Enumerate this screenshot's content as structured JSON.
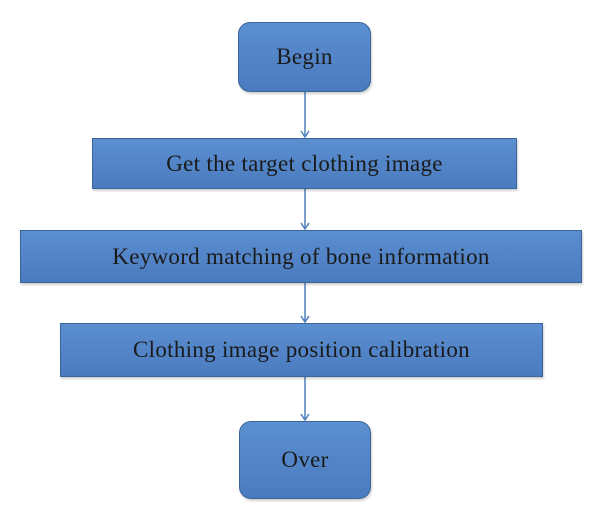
{
  "flowchart": {
    "nodes": [
      {
        "id": "begin",
        "label": "Begin",
        "shape": "rounded-rectangle"
      },
      {
        "id": "get-image",
        "label": "Get the target clothing image",
        "shape": "rectangle"
      },
      {
        "id": "keyword-match",
        "label": "Keyword matching of bone information",
        "shape": "rectangle"
      },
      {
        "id": "position-calibration",
        "label": "Clothing image position calibration",
        "shape": "rectangle"
      },
      {
        "id": "over",
        "label": "Over",
        "shape": "rounded-rectangle"
      }
    ],
    "edges": [
      {
        "from": "begin",
        "to": "get-image"
      },
      {
        "from": "get-image",
        "to": "keyword-match"
      },
      {
        "from": "keyword-match",
        "to": "position-calibration"
      },
      {
        "from": "position-calibration",
        "to": "over"
      }
    ]
  },
  "colors": {
    "node_fill": "#4f81bd",
    "node_border": "#3a6598",
    "arrow": "#4f81bd",
    "text": "#1a1a1a"
  }
}
